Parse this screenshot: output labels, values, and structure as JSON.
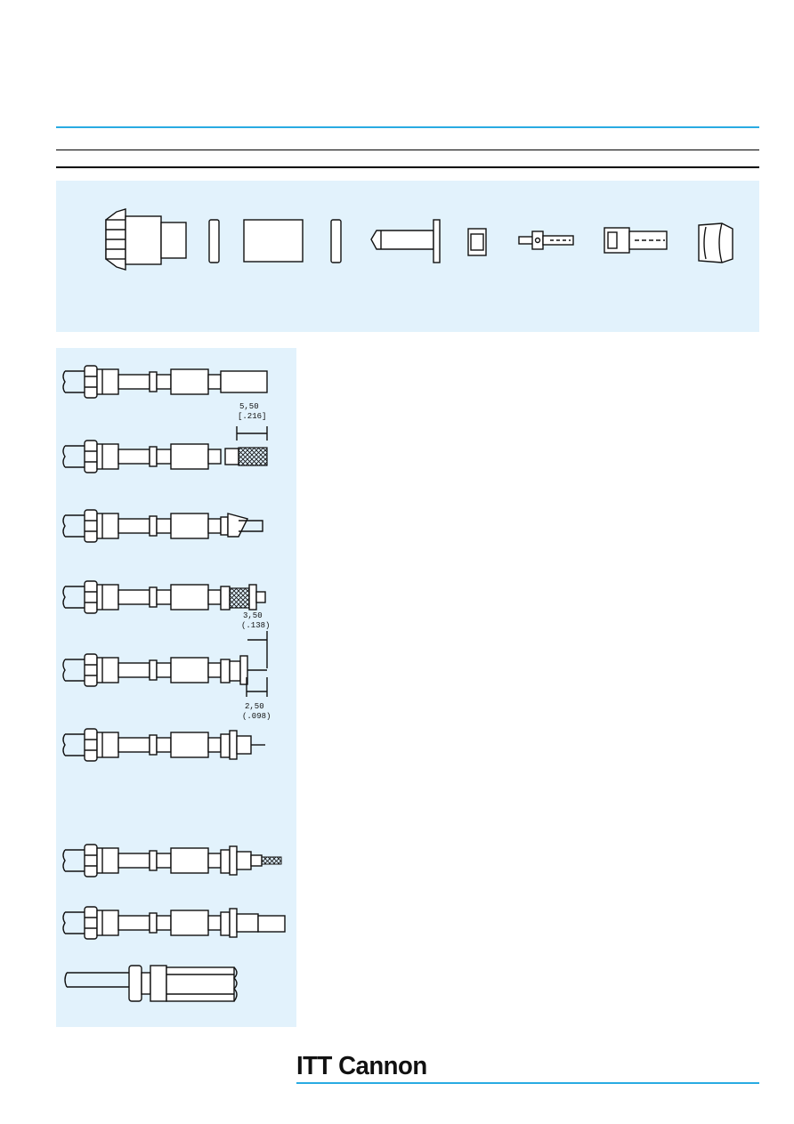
{
  "colors": {
    "accent_rule": "#29abe2",
    "panel_background": "#e2f2fc",
    "line": "#111111"
  },
  "parts_row": {
    "icons": [
      "hex-nut-icon",
      "washer-icon",
      "sleeve-icon",
      "washer-icon",
      "contact-pin-icon",
      "ferrule-icon",
      "contact-icon",
      "crimp-sleeve-icon",
      "coupling-nut-icon"
    ]
  },
  "assembly_steps": {
    "dim_braid_trim": {
      "mm": "5,50",
      "inch": "[.216]"
    },
    "dim_dielectric": {
      "mm": "3,50",
      "inch": "(.138)"
    },
    "dim_conductor": {
      "mm": "2,50",
      "inch": "(.098)"
    }
  },
  "footer": {
    "brand": "ITT Cannon"
  }
}
